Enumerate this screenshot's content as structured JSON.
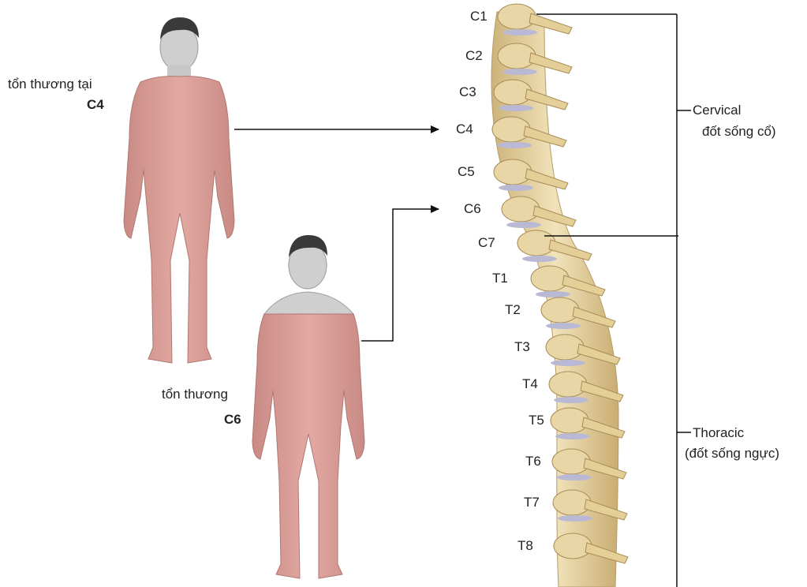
{
  "injury_c4": {
    "line1": "tổn thương tại",
    "line2": "C4"
  },
  "injury_c6": {
    "line1": "tổn thương",
    "line2": "C6"
  },
  "cervical": {
    "label": "Cervical",
    "sub": "đốt sống cổ)"
  },
  "thoracic": {
    "label": "Thoracic",
    "sub": "(đốt sống ngực)"
  },
  "vertebrae": [
    "C1",
    "C2",
    "C3",
    "C4",
    "C5",
    "C6",
    "C7",
    "T1",
    "T2",
    "T3",
    "T4",
    "T5",
    "T6",
    "T7",
    "T8"
  ],
  "colors": {
    "skin_injured": "#d99a94",
    "skin_normal": "#cfcfcf",
    "bone": "#e8d6a6",
    "disc": "#b9b9d6",
    "line": "#111111"
  }
}
